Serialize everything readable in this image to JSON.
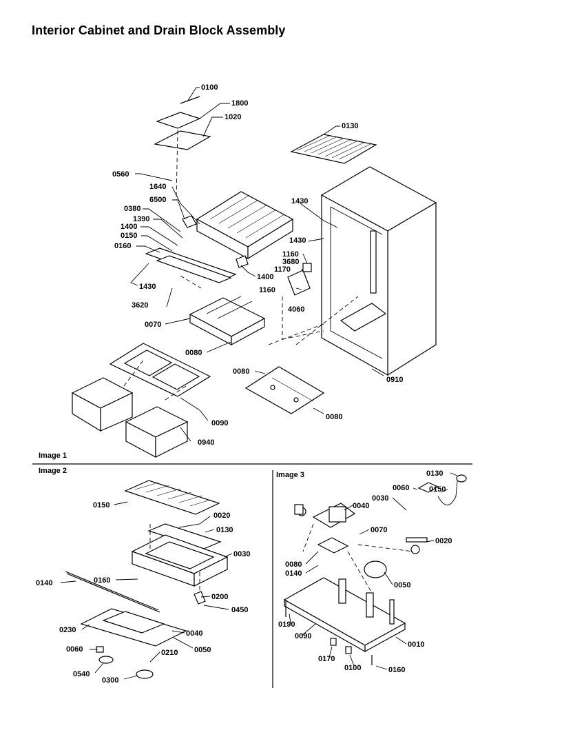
{
  "title": "Interior Cabinet and Drain Block Assembly",
  "sections": {
    "image1": "Image 1",
    "image2": "Image 2",
    "image3": "Image 3"
  },
  "image1_callouts": [
    "0100",
    "1800",
    "1020",
    "0130",
    "0560",
    "1640",
    "6500",
    "0380",
    "1390",
    "1400",
    "0150",
    "0160",
    "1430",
    "1430",
    "1430",
    "1400",
    "1160",
    "3680",
    "1170",
    "1160",
    "4060",
    "3620",
    "0070",
    "0080",
    "0910",
    "0080",
    "0080",
    "0090",
    "0940"
  ],
  "image2_callouts": [
    "0150",
    "0020",
    "0130",
    "0030",
    "0160",
    "0140",
    "0200",
    "0450",
    "0230",
    "0040",
    "0050",
    "0060",
    "0210",
    "0540",
    "0300"
  ],
  "image3_callouts": [
    "0130",
    "0060",
    "0150",
    "0030",
    "0040",
    "0070",
    "0020",
    "0080",
    "0140",
    "0050",
    "0190",
    "0090",
    "0010",
    "0170",
    "0100",
    "0160"
  ]
}
